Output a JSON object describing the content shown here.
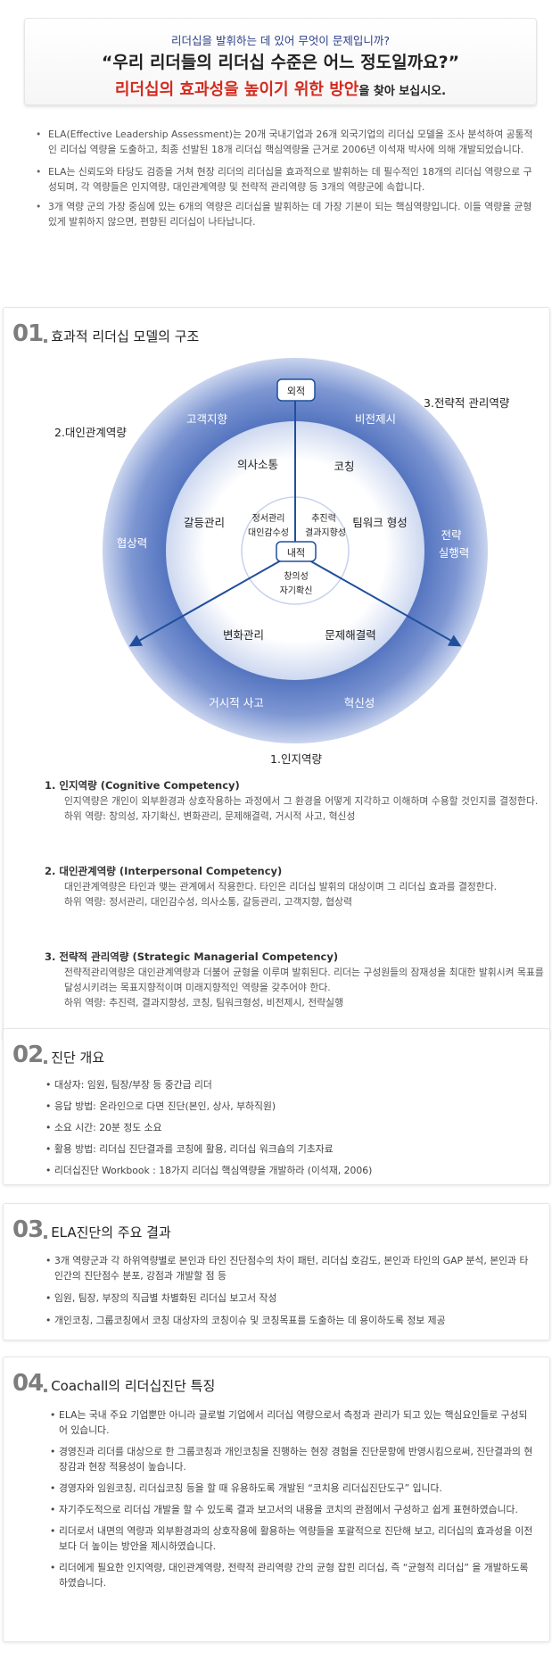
{
  "intro": {
    "question": "리더십을 발휘하는 데 있어 무엇이 문제입니까?",
    "quote": "“우리 리더들의 리더십 수준은 어느 정도일까요?”",
    "highlight": "리더십의 효과성을 높이기 위한 방안",
    "tail": "을 찾아 보십시오."
  },
  "overview_bullets": [
    "ELA(Effective Leadership Assessment)는 20개 국내기업과 26개 외국기업의 리더십 모델을 조사 분석하여 공통적인 리더십 역량을 도출하고, 최종 선발된 18개 리더십 핵심역량을 근거로 2006년 이석재 박사에 의해 개발되었습니다.",
    "ELA는 신뢰도와 타당도 검증을 거쳐 현장 리더의 리더십을 효과적으로 발휘하는 데 필수적인 18개의 리더십 역량으로 구성되며, 각 역량들은 인지역량, 대인관계역량 및 전략적 관리역량 등 3개의 역량군에 속합니다.",
    "3개 역량 군의 가장 중심에 있는 6개의 역량은 리더십을 발휘하는 데 가장 기본이 되는 핵심역량입니다. 이들 역량을 균형 있게 발휘하지 않으면, 편향된 리더십이 나타납니다."
  ],
  "section1": {
    "number": "01",
    "title": "효과적 리더십 모델의 구조",
    "diagram": {
      "outer_label": "외적",
      "inner_label": "내적",
      "cluster_labels": [
        "2.대인관계역량",
        "3.전략적 관리역량",
        "1.인지역량"
      ],
      "outer_ring": [
        "고객지향",
        "비전제시",
        "협상력",
        "전략",
        "실행력",
        "거시적 사고",
        "혁신성"
      ],
      "middle_ring": [
        "의사소통",
        "코칭",
        "갈등관리",
        "팀워크 형성",
        "변화관리",
        "문제해결력"
      ],
      "core": [
        "정서관리",
        "대인감수성",
        "추진력",
        "결과지향성",
        "창의성",
        "자기확신"
      ]
    },
    "competencies": [
      {
        "title": "1. 인지역량 (Cognitive Competency)",
        "desc": "인지역량은 개인이 외부환경과 상호작용하는 과정에서 그 환경을 어떻게 지각하고 이해하며 수용할 것인지를 결정한다.",
        "sub": "하위 역량: 창의성, 자기확신, 변화관리, 문제해결력, 거시적 사고, 혁신성"
      },
      {
        "title": "2. 대인관계역량 (Interpersonal Competency)",
        "desc": "대인관계역량은 타인과 맺는 관계에서 작용한다. 타인은 리더십 발휘의 대상이며 그 리더십 효과를 결정한다.",
        "sub": "하위 역량: 정서관리, 대인감수성, 의사소통, 갈등관리, 고객지향, 협상력"
      },
      {
        "title": "3. 전략적 관리역량 (Strategic Managerial Competency)",
        "desc": "전략적관리역량은 대인관계역량과 더불어 균형을 이루며 발휘된다. 리더는 구성원들의 잠재성을 최대한 발휘시켜 목표를 달성시키려는 목표지향적이며 미래지향적인 역량을 갖추어야 한다.",
        "sub": "하위 역량: 추진력, 결과지향성, 코칭, 팀워크형성, 비전제시, 전략실행"
      }
    ]
  },
  "section2": {
    "number": "02",
    "title": "진단 개요",
    "items": [
      "대상자: 임원, 팀장/부장 등 중간급 리더",
      "응답 방법: 온라인으로 다면 진단(본인, 상사, 부하직원)",
      "소요 시간: 20분 정도 소요",
      "활용 방법: 리더십 진단결과를 코칭에 활용, 리더십 워크숍의 기초자료",
      "리더십진단 Workbook : 18가지 리더십 핵심역량을 개발하라 (이석재, 2006)"
    ]
  },
  "section3": {
    "number": "03",
    "title": "ELA진단의 주요 결과",
    "items": [
      "3개 역량군과 각 하위역량별로 본인과 타인 진단점수의 차이 패턴, 리더십 호감도, 본인과 타인의 GAP 분석, 본인과 타인간의 진단점수 분포, 강점과 개발할 점 등",
      "임원, 팀장, 부장의 직급별 차별화된 리더십 보고서 작성",
      "개인코칭, 그룹코칭에서 코칭 대상자의 코칭이슈 및 코칭목표를 도출하는 데 용이하도록 정보 제공"
    ]
  },
  "section4": {
    "number": "04",
    "title": "Coachall의 리더십진단 특징",
    "items": [
      "ELA는 국내 주요 기업뿐만 아니라 글로벌 기업에서 리더십 역량으로서 측정과 관리가 되고 있는 핵심요인들로 구성되어 있습니다.",
      "경영진과 리더를 대상으로 한 그룹코칭과 개인코칭을 진행하는 현장 경험을 진단문항에 반영시킴으로써, 진단결과의 현장감과 현장 적용성이 높습니다.",
      "경영자와 임원코칭, 리더십코칭 등을 할 때 유용하도록 개발된 “코치용 리더십진단도구” 입니다.",
      "자기주도적으로 리더십 개발을 할 수 있도록 결과 보고서의 내용을 코치의 관점에서 구성하고 쉽게 표현하였습니다.",
      "리더로서 내면의 역량과 외부환경과의 상호작용에 활용하는 역량들을 포괄적으로 진단해 보고, 리더십의 효과성을 이전보다 더 높이는 방안을 제시하였습니다.",
      "리더에게 필요한 인지역량, 대인관계역량, 전략적 관리역량 간의 균형 잡힌 리더십, 즉 “균형적 리더십” 을 개발하도록 하였습니다."
    ]
  },
  "colors": {
    "accent_red": "#d42a1e",
    "accent_blue": "#2b3f8a",
    "ring_outer": "#8ea4d8",
    "arrow": "#1f4f9c"
  }
}
